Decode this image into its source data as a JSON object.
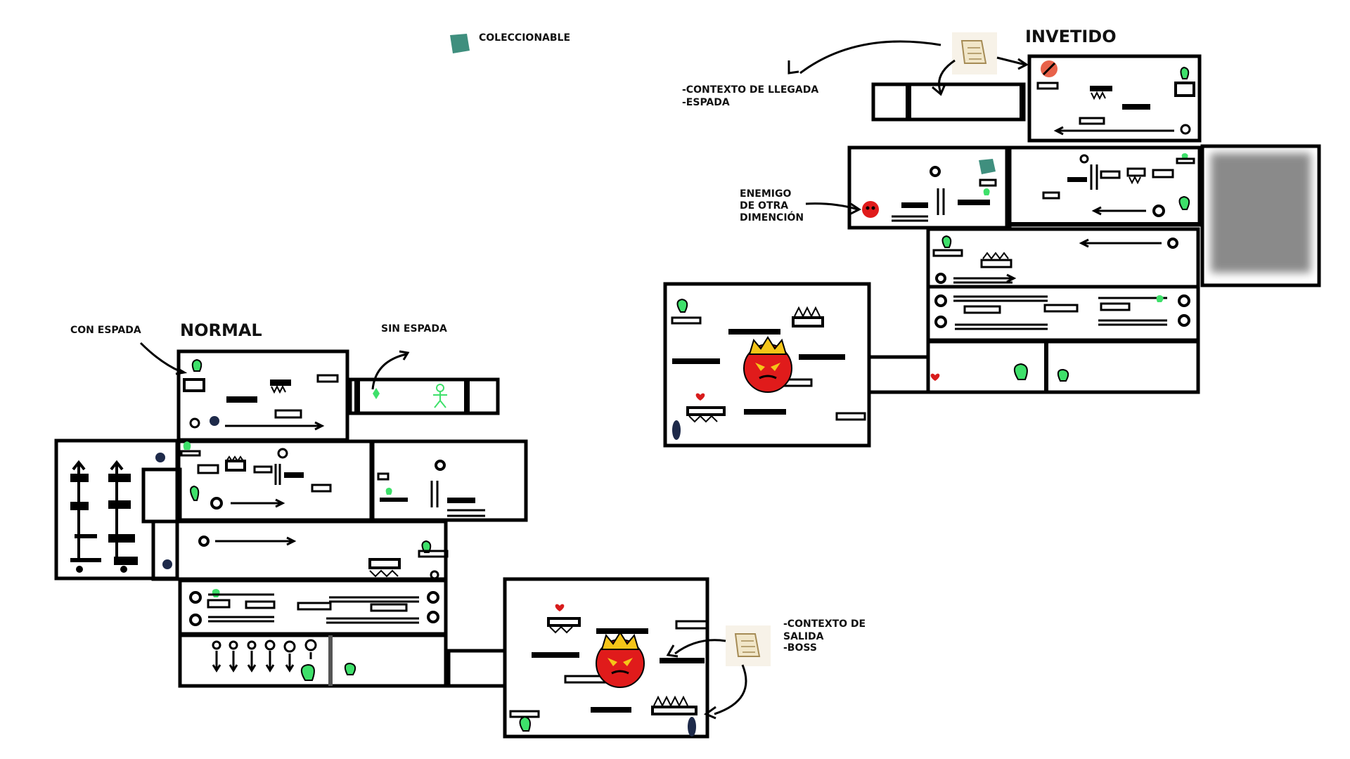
{
  "legend": {
    "collectible_label": "COLECCIONABLE",
    "collectible_color": "#3f8f7e"
  },
  "normal": {
    "title": "NORMAL",
    "with_sword": "CON ESPADA",
    "without_sword": "SIN ESPADA",
    "exit_context_line1": "-CONTEXTO DE",
    "exit_context_line2": "SALIDA",
    "exit_context_line3": "-BOSS"
  },
  "inverted": {
    "title": "INVETIDO",
    "arrival_context_line1": "-CONTEXTO DE LLEGADA",
    "arrival_context_line2": "-ESPADA",
    "enemy_line1": "ENEMIGO",
    "enemy_line2": "DE OTRA",
    "enemy_line3": "DIMENCIÓN"
  },
  "colors": {
    "wall": "#000000",
    "plant": "#3ee06a",
    "boss": "#e01b1b",
    "crown": "#f5c518",
    "heart": "#d81c1c",
    "scroll": "#f1e6c8",
    "fog": "#8a8a8a"
  }
}
